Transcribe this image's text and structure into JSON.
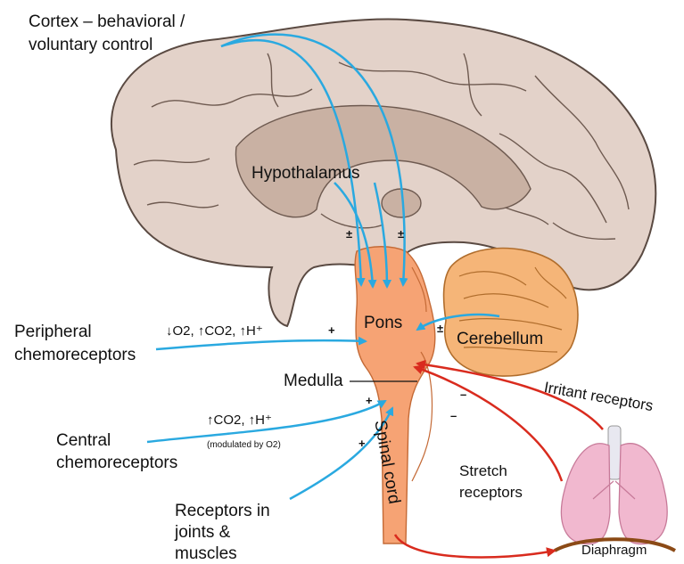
{
  "labels": {
    "cortex": [
      "Cortex – behavioral /",
      "voluntary control"
    ],
    "hypothalamus": "Hypothalamus",
    "pons": "Pons",
    "cerebellum": "Cerebellum",
    "medulla": "Medulla",
    "spinal_cord": "Spinal cord",
    "peripheral": [
      "Peripheral",
      "chemoreceptors"
    ],
    "peripheral_stimulus": "↓O2, ↑CO2, ↑H⁺",
    "central": [
      "Central",
      "chemoreceptors"
    ],
    "central_stimulus": "↑CO2, ↑H⁺",
    "central_note": "(modulated by O2)",
    "joints": [
      "Receptors in",
      "joints &",
      "muscles"
    ],
    "stretch": [
      "Stretch",
      "receptors"
    ],
    "irritant": "Irritant receptors",
    "diaphragm": "Diaphragm"
  },
  "signs": {
    "hypo_left": "±",
    "hypo_right": "±",
    "peripheral": "+",
    "cerebellum": "±",
    "central": "+",
    "joints": "+",
    "irritant": "–",
    "stretch": "–"
  },
  "colors": {
    "cortex_fill": "#e3d2c9",
    "cortex_stroke": "#5a4a42",
    "inner_brain": "#c9b1a3",
    "brainstem": "#f6a374",
    "cerebellum": "#f5b578",
    "afferent_arrow": "#2aa9e0",
    "efferent_arrow": "#d92b1e",
    "lung": "#f1b8cf",
    "diaphragm": "#8b4a16"
  }
}
